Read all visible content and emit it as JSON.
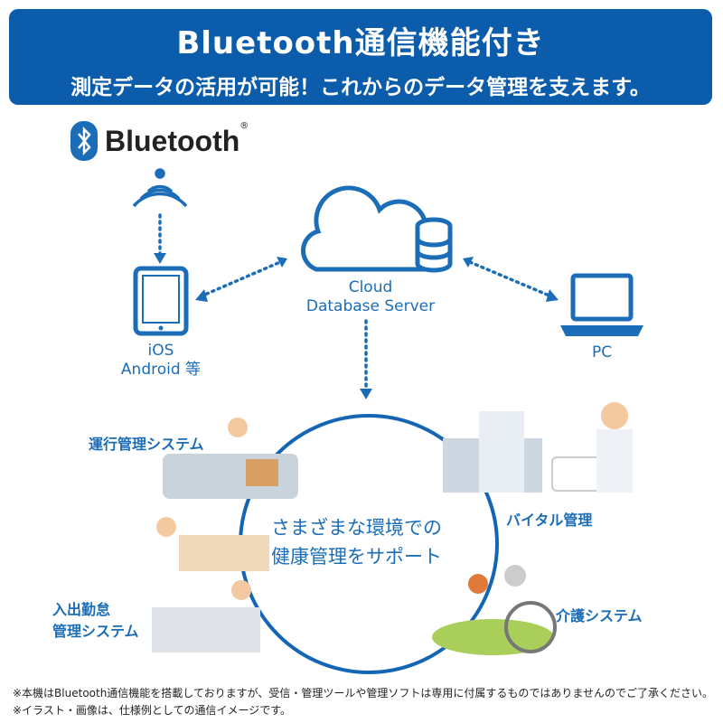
{
  "header": {
    "title": "Bluetooth通信機能付き",
    "subtitle": "測定データの活用が可能！これからのデータ管理を支えます。"
  },
  "bluetooth_logo": {
    "text": "Bluetooth",
    "mark": "®"
  },
  "nodes": {
    "device": [
      "iOS",
      "Android 等"
    ],
    "cloud": [
      "Cloud",
      "Database Server"
    ],
    "pc": "PC"
  },
  "center_text": [
    "さまざまな環境での",
    "健康管理をサポート"
  ],
  "uses": {
    "delivery": "運行管理システム",
    "vital": "バイタル管理",
    "attendance": [
      "入出勤怠",
      "管理システム"
    ],
    "care": "介護システム"
  },
  "notes": [
    "※本機はBluetooth通信機能を搭載しておりますが、受信・管理ツールや管理ソフトは専用に付属するものではありませんのでご了承ください。",
    "※イラスト・画像は、仕様例としての通信イメージです。"
  ],
  "colors": {
    "brand": "#0b5cab",
    "text": "#1b6db8"
  }
}
